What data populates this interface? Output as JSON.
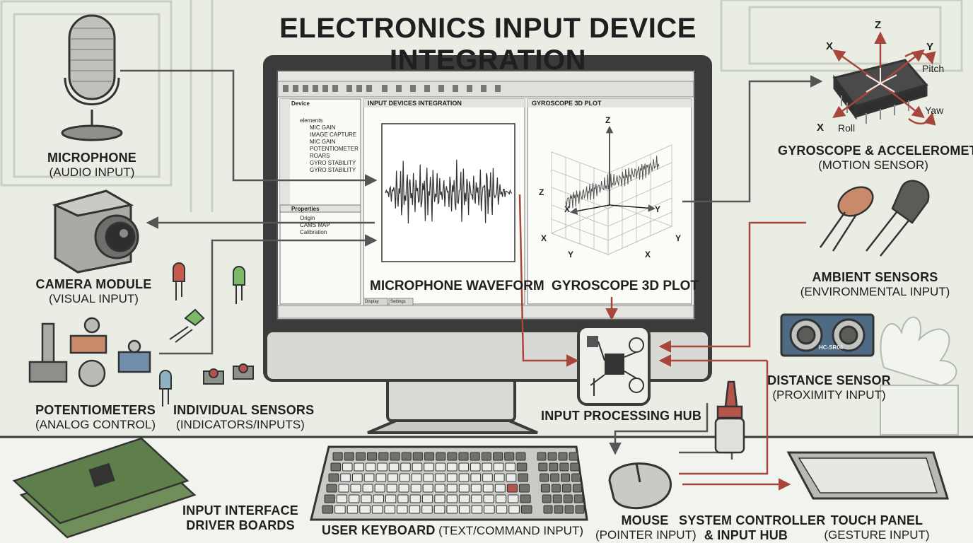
{
  "title": "ELECTRONICS INPUT DEVICE INTEGRATION",
  "devices": {
    "microphone": {
      "title": "MICROPHONE",
      "subtitle": "(AUDIO INPUT)"
    },
    "camera": {
      "title": "CAMERA MODULE",
      "subtitle": "(VISUAL INPUT)"
    },
    "potentiometers": {
      "title": "POTENTIOMETERS",
      "subtitle": "(ANALOG CONTROL)"
    },
    "individual_sensors": {
      "title": "INDIVIDUAL SENSORS",
      "subtitle": "(INDICATORS/INPUTS)"
    },
    "driver_boards": {
      "title": "INPUT INTERFACE",
      "subtitle": "DRIVER BOARDS"
    },
    "keyboard": {
      "title": "USER KEYBOARD",
      "subtitle": "(TEXT/COMMAND INPUT)"
    },
    "mouse": {
      "title": "MOUSE",
      "subtitle": "(POINTER INPUT)"
    },
    "system_controller": {
      "title": "SYSTEM CONTROLLER",
      "subtitle": "& INPUT HUB"
    },
    "touch_panel": {
      "title": "TOUCH PANEL",
      "subtitle": "(GESTURE INPUT)"
    },
    "gyroscope": {
      "title": "GYROSCOPE & ACCELEROMETER",
      "subtitle": "(MOTION SENSOR)"
    },
    "ambient": {
      "title": "AMBIENT SENSORS",
      "subtitle": "(ENVIRONMENTAL INPUT)"
    },
    "distance": {
      "title": "DISTANCE SENSOR",
      "subtitle": "(PROXIMITY INPUT)"
    },
    "hub": {
      "title": "INPUT PROCESSING HUB"
    }
  },
  "gyro_axes": {
    "z": "Z",
    "y": "Y",
    "x": "X",
    "x2": "X",
    "pitch": "Pitch",
    "yaw": "Yaw",
    "roll": "Roll"
  },
  "distance_sensor_text": "HC-SR04",
  "screen": {
    "tree_header": "Device",
    "tree_items": [
      "elements",
      "MIC GAIN",
      "IMAGE CAPTURE",
      "MIC GAIN",
      "POTENTIOMETER",
      "ROARS",
      "GYRO STABILITY",
      "GYRO STABILITY"
    ],
    "props_header": "Properties",
    "props_items": [
      "Origin",
      "CAMS MAP",
      "Calibration"
    ],
    "status_tabs": [
      "Display",
      "Settings"
    ],
    "wave_pane_title": "INPUT DEVICES INTEGRATION",
    "gyro_pane_title": "GYROSCOPE 3D PLOT",
    "wave_caption": "MICROPHONE WAVEFORM",
    "gyro_caption": "GYROSCOPE 3D PLOT",
    "plot_axes": {
      "z": "Z",
      "z_side": "Z",
      "x_left": "X",
      "y_right": "Y",
      "x_bottom": "X",
      "y_bottom": "Y",
      "x_right": "X",
      "y_far": "Y"
    }
  },
  "colors": {
    "line": "#4a4a4a",
    "accent": "#a8463c",
    "panel": "#f4f5f1",
    "bezel": "#3b3b3b"
  }
}
